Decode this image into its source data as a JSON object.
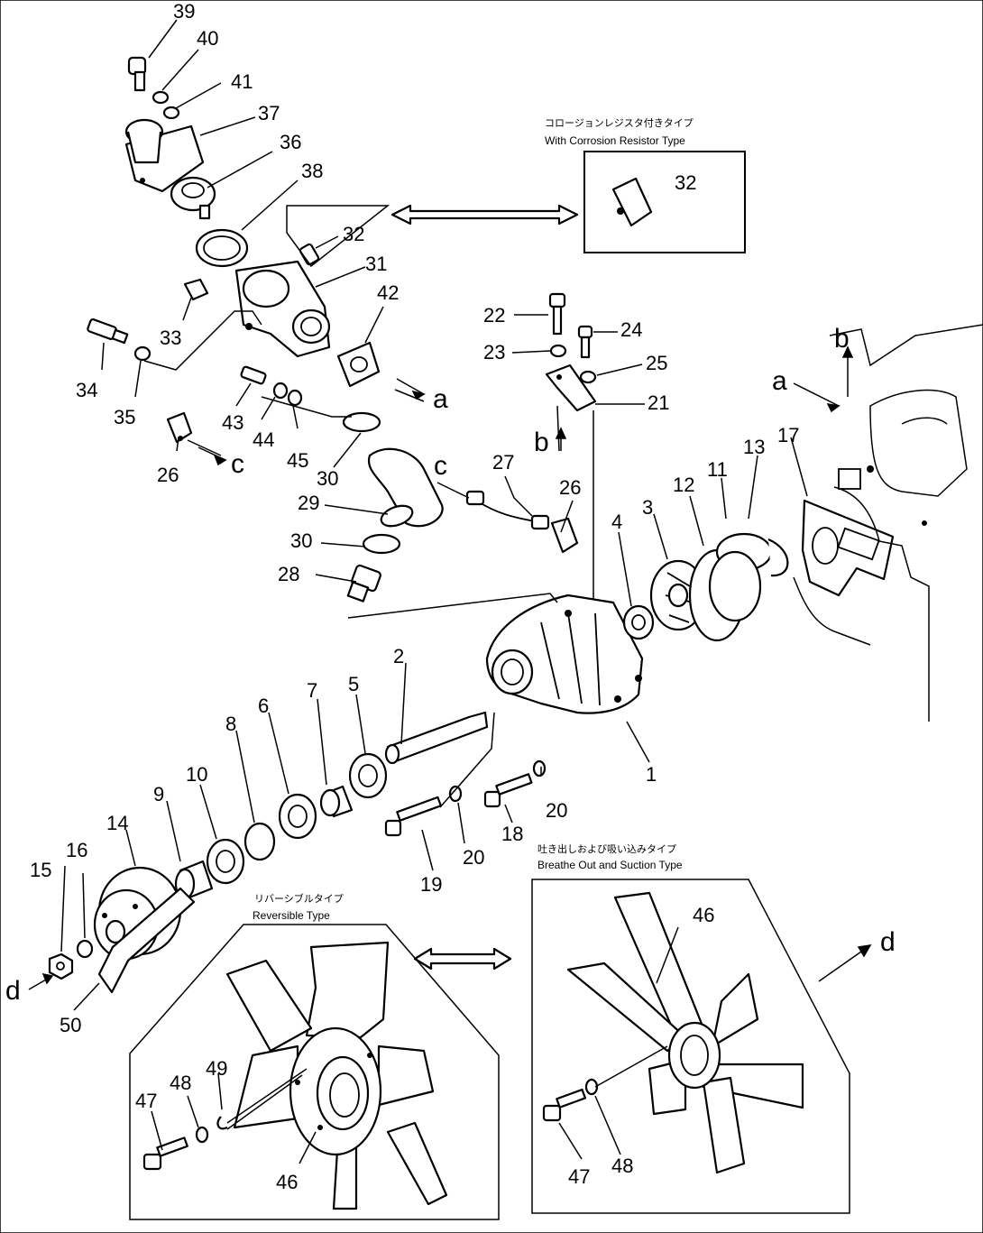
{
  "captions": {
    "corrosion_jp": "コロージョンレジスタ付きタイプ",
    "corrosion_en": "With Corrosion Resistor Type",
    "breathe_jp": "吐き出しおよび吸い込みタイプ",
    "breathe_en": "Breathe Out and Suction Type",
    "reversible_jp": "リバーシブルタイプ",
    "reversible_en": "Reversible Type"
  },
  "callouts": {
    "n1": "1",
    "n2": "2",
    "n3": "3",
    "n4": "4",
    "n5": "5",
    "n6": "6",
    "n7": "7",
    "n8": "8",
    "n9": "9",
    "n10": "10",
    "n11": "11",
    "n12": "12",
    "n13": "13",
    "n14": "14",
    "n15": "15",
    "n16": "16",
    "n17": "17",
    "n18": "18",
    "n19": "19",
    "n20": "20",
    "n21": "21",
    "n22": "22",
    "n23": "23",
    "n24": "24",
    "n25": "25",
    "n26": "26",
    "n27": "27",
    "n28": "28",
    "n29": "29",
    "n30": "30",
    "n31": "31",
    "n32": "32",
    "n33": "33",
    "n34": "34",
    "n35": "35",
    "n36": "36",
    "n37": "37",
    "n38": "38",
    "n39": "39",
    "n40": "40",
    "n41": "41",
    "n42": "42",
    "n43": "43",
    "n44": "44",
    "n45": "45",
    "n46": "46",
    "n47": "47",
    "n48": "48",
    "n49": "49",
    "n50": "50"
  },
  "letters": {
    "a": "a",
    "b": "b",
    "c": "c",
    "d": "d"
  }
}
